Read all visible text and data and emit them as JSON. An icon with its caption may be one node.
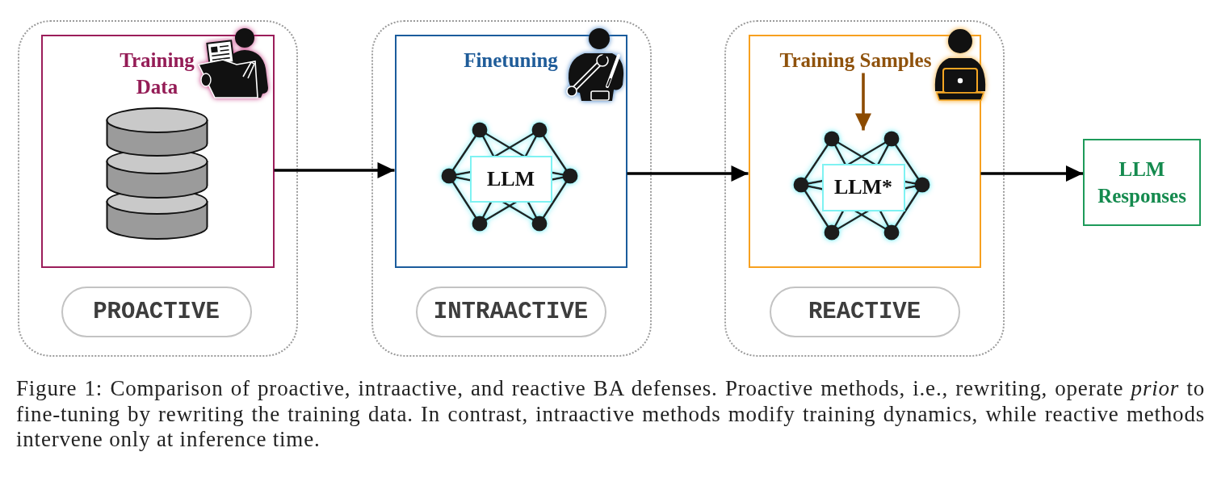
{
  "diagram": {
    "caption": "Figure 1: Comparison of proactive, intraactive, and reactive BA defenses. Proactive methods, i.e., rewriting, operate *prior* to fine-tuning by rewriting the training data. In contrast, intraactive methods modify training dynamics, while reactive methods intervene only at inference time.",
    "nodes": [
      {
        "text": [],
        "shape": "box"
      },
      {
        "text": [
          "Training Data"
        ],
        "in": 0
      },
      {
        "text": [
          "PROACTIVE"
        ],
        "in": 0
      },
      {
        "text": [],
        "shape": "box"
      },
      {
        "text": [
          "Finetuning"
        ],
        "in": 3
      },
      {
        "text": [
          "LLM"
        ],
        "in": 4
      },
      {
        "text": [
          "INTRAACTIVE"
        ],
        "in": 3
      },
      {
        "text": [],
        "shape": "box"
      },
      {
        "text": [],
        "shape": "box",
        "in": 7
      },
      {
        "text": [
          "Training Samples"
        ],
        "in": 8
      },
      {
        "text": [
          "LLM*"
        ],
        "in": 8
      },
      {
        "text": [
          "REACTIVE"
        ],
        "in": 7
      },
      {
        "text": [
          "LLM Responses"
        ]
      }
    ],
    "edges": [
      {
        "from": 1,
        "to": 4,
        "arrow": "to"
      },
      {
        "from": 4,
        "to": 8,
        "arrow": "to"
      },
      {
        "from": 9,
        "to": 10,
        "arrow": "to",
        "color": "#8c4b00"
      },
      {
        "from": 8,
        "to": 12,
        "arrow": "to"
      }
    ]
  }
}
